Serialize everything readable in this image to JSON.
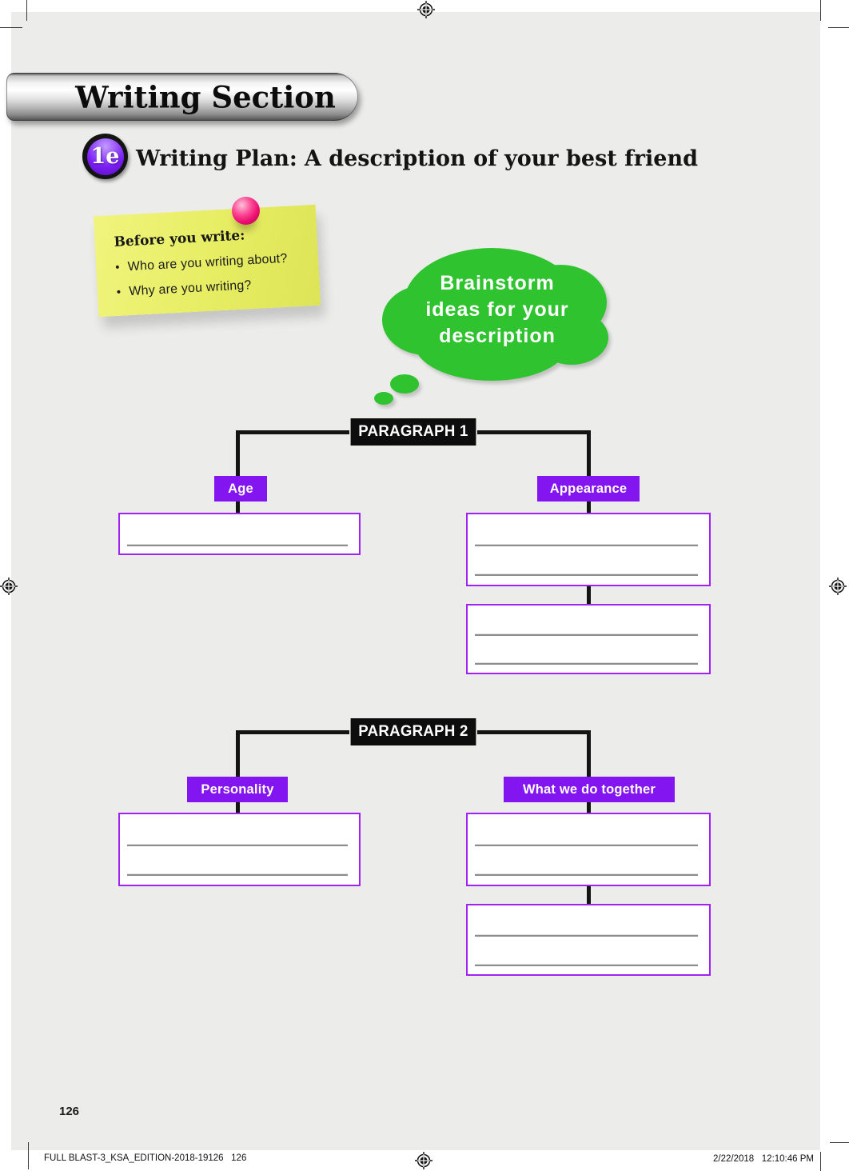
{
  "header": {
    "section_title": "Writing Section"
  },
  "lesson": {
    "badge": "1e",
    "title_prefix": "Writing Plan:",
    "title_rest": "A description of your best friend"
  },
  "sticky_note": {
    "heading": "Before you write:",
    "bullets": [
      "Who are you writing about?",
      "Why are you writing?"
    ]
  },
  "thought_bubble": {
    "lines": [
      "Brainstorm",
      "ideas for your",
      "description"
    ]
  },
  "diagram": {
    "paragraphs": [
      {
        "label": "PARAGRAPH 1",
        "left_branch": "Age",
        "right_branch": "Appearance"
      },
      {
        "label": "PARAGRAPH 2",
        "left_branch": "Personality",
        "right_branch": "What we do together"
      }
    ]
  },
  "footer": {
    "page_number": "126",
    "left_text": "FULL BLAST-3_KSA_EDITION-2018-19126   126",
    "right_text": "2/22/2018   12:10:46 PM"
  },
  "colors": {
    "label_purple": "#8315f0",
    "box_border_purple": "#a022f5",
    "bubble_green": "#2fc42f",
    "note_yellow": "#e7ed62",
    "pin_pink": "#ee0f71",
    "connector_black": "#141414"
  }
}
